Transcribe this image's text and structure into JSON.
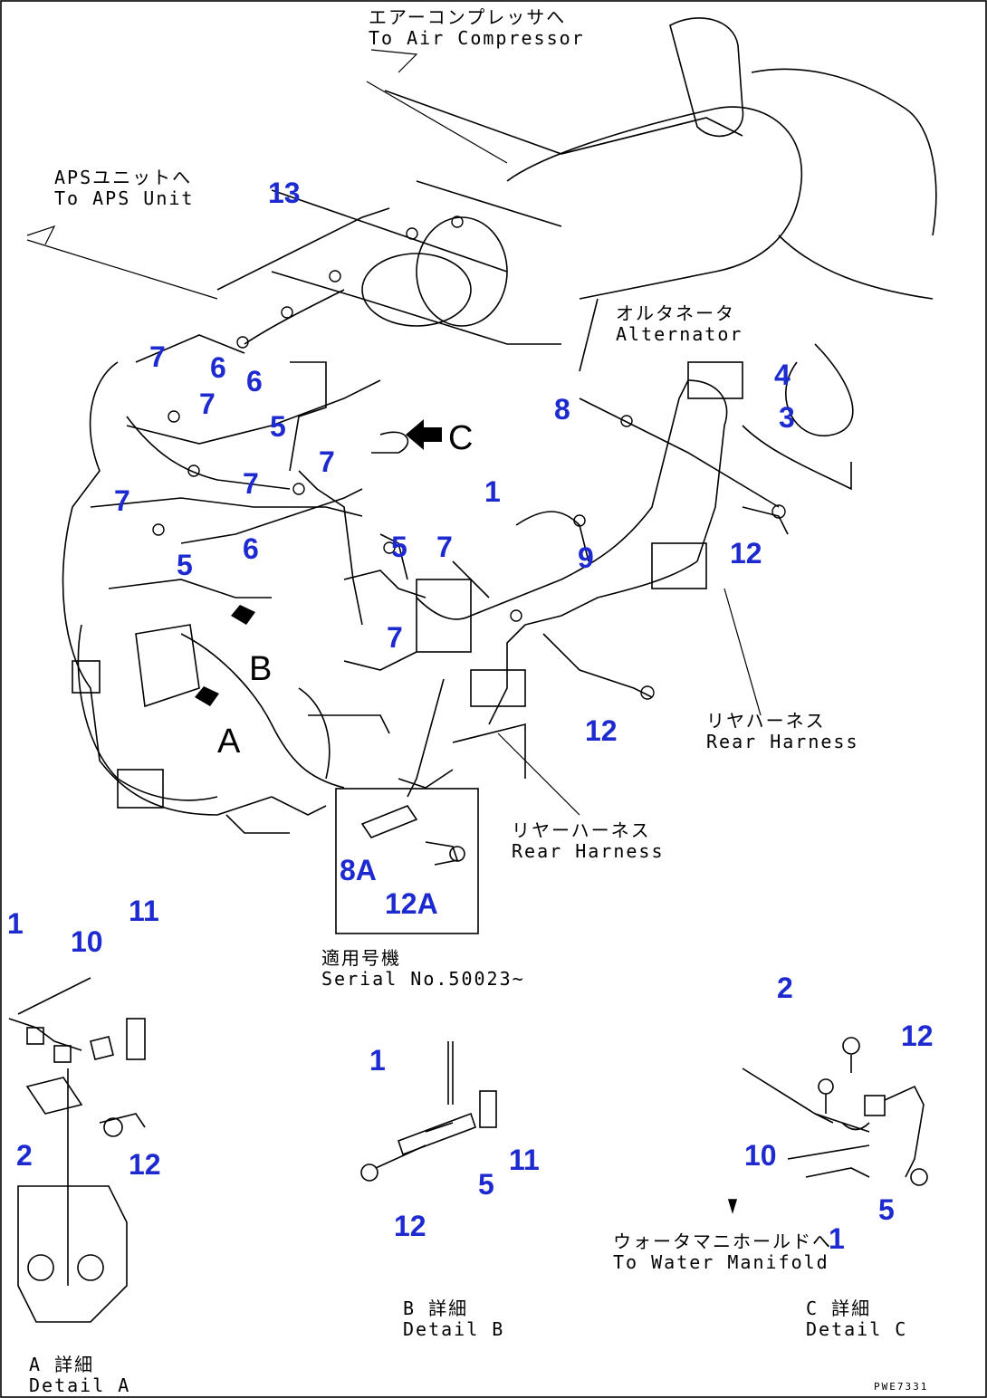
{
  "colors": {
    "callout": "#1c2ad0",
    "line": "#000000",
    "background": "#ffffff"
  },
  "labels": {
    "air_compressor": {
      "jp": "エアーコンプレッサへ",
      "en": "To Air Compressor"
    },
    "aps_unit": {
      "jp": "APSユニットへ",
      "en": "To APS Unit"
    },
    "alternator": {
      "jp": "オルタネータ",
      "en": "Alternator"
    },
    "rear_harness_right": {
      "jp": "リヤハーネス",
      "en": "Rear Harness"
    },
    "rear_harness_bottom": {
      "jp": "リヤーハーネス",
      "en": "Rear Harness"
    },
    "serial": {
      "jp": "適用号機",
      "en": "Serial No.50023~"
    },
    "water_manifold": {
      "jp": "ウォータマニホールドへ",
      "en": "To Water Manifold"
    },
    "detail_a": {
      "jp": "A 詳細",
      "en": "Detail A"
    },
    "detail_b": {
      "jp": "B 詳細",
      "en": "Detail B"
    },
    "detail_c": {
      "jp": "C 詳細",
      "en": "Detail C"
    },
    "view_a": "A",
    "view_b": "B",
    "view_c": "C",
    "drawing_code": "PWE7331"
  },
  "callouts": {
    "main": [
      "13",
      "7",
      "6",
      "7",
      "6",
      "5",
      "7",
      "7",
      "7",
      "5",
      "6",
      "5",
      "7",
      "7",
      "8",
      "4",
      "3",
      "1",
      "9",
      "12",
      "12"
    ],
    "serial_inset": [
      "8A",
      "12A"
    ],
    "detail_a": [
      "1",
      "10",
      "11",
      "2",
      "12"
    ],
    "detail_b": [
      "1",
      "5",
      "11",
      "12"
    ],
    "detail_c": [
      "2",
      "12",
      "10",
      "5",
      "1"
    ]
  }
}
